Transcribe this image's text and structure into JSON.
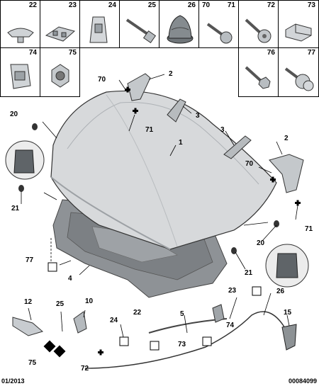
{
  "parts_grid": [
    {
      "num": "22",
      "icon": "rivet-clip-icon"
    },
    {
      "num": "23",
      "icon": "bracket-clip-icon"
    },
    {
      "num": "24",
      "icon": "spring-clip-icon"
    },
    {
      "num": "25",
      "icon": "stud-bolt-icon"
    },
    {
      "num": "26",
      "icon": "rubber-buffer-icon"
    },
    {
      "num": "70",
      "icon": "flange-bolt-icon"
    },
    {
      "num": "71",
      "icon": ""
    },
    {
      "num": "72",
      "icon": "torx-screw-icon"
    },
    {
      "num": "73",
      "icon": "cable-clip-icon"
    },
    {
      "num": "74",
      "icon": "retainer-clip-icon"
    },
    {
      "num": "75",
      "icon": "hex-nut-icon"
    },
    {
      "num": "76",
      "icon": "hex-bolt-icon"
    },
    {
      "num": "77",
      "icon": "push-rivet-icon"
    }
  ],
  "callouts": {
    "c1": "1",
    "c2a": "2",
    "c2b": "2",
    "c3a": "3",
    "c3b": "3",
    "c4": "4",
    "c5": "5",
    "c10": "10",
    "c12": "12",
    "c15": "15",
    "c20a": "20",
    "c20b": "20",
    "c21a": "21",
    "c21b": "21",
    "c22": "22",
    "c23": "23",
    "c24": "24",
    "c25": "25",
    "c26": "26",
    "c70a": "70",
    "c70b": "70",
    "c71a": "71",
    "c71b": "71",
    "c72": "72",
    "c73": "73",
    "c74": "74",
    "c75": "75",
    "c77": "77"
  },
  "footer": {
    "date": "01/2013",
    "code": "00084099"
  }
}
